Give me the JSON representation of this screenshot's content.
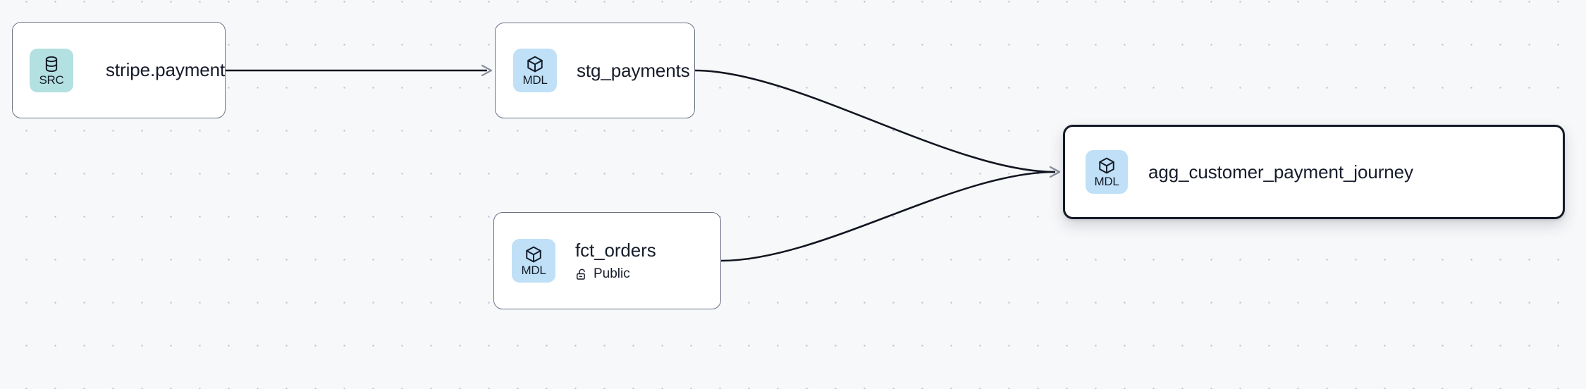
{
  "canvas": {
    "background_color": "#f7f8fa",
    "dot_color": "#b9bcc6",
    "edge_color": "#11151f",
    "arrow_color": "#8b909e"
  },
  "badges": {
    "source": {
      "label": "SRC",
      "color": "#b3e0e0",
      "icon": "database-icon"
    },
    "model": {
      "label": "MDL",
      "color": "#bfe0f7",
      "icon": "cube-icon"
    }
  },
  "nodes": [
    {
      "id": "stripe-payment",
      "title": "stripe.payment",
      "badge_label": "SRC",
      "badge_type": "source",
      "selected": false,
      "meta_text": "",
      "meta_icon": ""
    },
    {
      "id": "stg-payments",
      "title": "stg_payments",
      "badge_label": "MDL",
      "badge_type": "model",
      "selected": false,
      "meta_text": "",
      "meta_icon": ""
    },
    {
      "id": "fct-orders",
      "title": "fct_orders",
      "badge_label": "MDL",
      "badge_type": "model",
      "selected": false,
      "meta_text": "Public",
      "meta_icon": "unlock-icon"
    },
    {
      "id": "agg-customer-payment-journey",
      "title": "agg_customer_payment_journey",
      "badge_label": "MDL",
      "badge_type": "model",
      "selected": true,
      "meta_text": "",
      "meta_icon": ""
    }
  ],
  "edges": [
    {
      "id": "edge-stripe-to-stg",
      "from": "stripe-payment",
      "to": "stg-payments",
      "style": "straight"
    },
    {
      "id": "edge-stg-to-agg",
      "from": "stg-payments",
      "to": "agg-customer-payment-journey",
      "style": "bezier"
    },
    {
      "id": "edge-fct-to-agg",
      "from": "fct-orders",
      "to": "agg-customer-payment-journey",
      "style": "bezier"
    }
  ]
}
